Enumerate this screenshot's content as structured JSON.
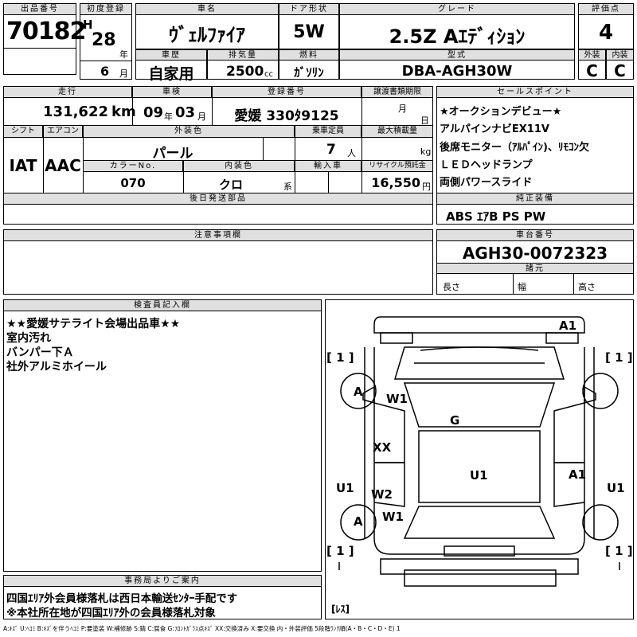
{
  "header": {
    "lot_label": "出品番号",
    "lot": "70182",
    "first_reg_label": "初度登録",
    "era": "H",
    "year": "28",
    "year_unit": "年",
    "month": "6",
    "month_unit": "月",
    "car_name_label": "車名",
    "car_name": "ｳﾞｪﾙﾌｧｲｱ",
    "door_label": "ドア形状",
    "door": "5W",
    "grade_label": "グレード",
    "grade": "2.5Z Aｴﾃﾞｨｼｮﾝ",
    "score_label": "評価点",
    "score": "4",
    "history_label": "車歴",
    "history": "自家用",
    "displacement_label": "排気量",
    "displacement": "2500",
    "cc": "cc",
    "fuel_label": "燃料",
    "fuel": "ｶﾞｿﾘﾝ",
    "model_label": "型式",
    "model": "DBA-AGH30W",
    "ext_label": "外装",
    "ext": "C",
    "int_label": "内装",
    "int": "C"
  },
  "row2": {
    "mileage_label": "走行",
    "mileage": "131,622",
    "km": "km",
    "inspection_label": "車検",
    "insp_year": "09",
    "insp_year_unit": "年",
    "insp_month": "03",
    "insp_month_unit": "月",
    "plate_label": "登録番号",
    "plate": "愛媛 330ﾀ9125",
    "transfer_label": "譲渡書類期限",
    "transfer_month": "月",
    "transfer_day": "日",
    "shift_label": "シフト",
    "shift": "IAT",
    "ac_label": "エアコン",
    "ac": "AAC",
    "color_label": "外装色",
    "color": "パール",
    "capacity_label": "乗車定員",
    "capacity": "7",
    "capacity_unit": "人",
    "load_label": "最大積載量",
    "load_unit": "kg",
    "color_no_label": "カラーNo.",
    "color_no": "070",
    "int_color_label": "内装色",
    "int_color": "クロ",
    "int_color_unit": "系",
    "import_label": "輸入車",
    "recycle_label": "リサイクル預託金",
    "recycle": "16,550",
    "recycle_unit": "円",
    "later_parts_label": "後日発送部品"
  },
  "sales": {
    "label": "セールスポイント",
    "lines": [
      "★オークションデビュー★",
      "アルパインナビEX11V",
      "後席モニター（ｱﾙﾊﾟｲﾝ)、ﾘﾓｺﾝ欠",
      "ＬＥＤヘッドランプ",
      "両側パワースライド"
    ]
  },
  "equipment": {
    "label": "純正装備",
    "value": "ABS ｴｱB PS PW"
  },
  "notes": {
    "label": "注意事項欄"
  },
  "chassis": {
    "label": "車台番号",
    "value": "AGH30-0072323"
  },
  "specs": {
    "label": "諸元",
    "length": "長さ",
    "width": "幅",
    "height": "高さ"
  },
  "inspector": {
    "label": "検査員記入欄",
    "lines": [
      "★★愛媛サテライト会場出品車★★",
      "室内汚れ",
      "バンパー下Ａ",
      "社外アルミホイール"
    ]
  },
  "office": {
    "label": "事務局よりご案内",
    "lines": [
      "四国ｴﾘｱ外会員様落札は西日本輸送ｾﾝﾀｰ手配です",
      "※本社所在地が四国ｴﾘｱ外の会員様落札対象"
    ]
  },
  "diagram": {
    "marks": {
      "a1_top": "A1",
      "bracket_tl": "[ 1 ]",
      "bracket_tr": "[ 1 ]",
      "a_front_left": "A",
      "w1_front_left": "W1",
      "g": "G",
      "xx": "XX",
      "u1_center": "U1",
      "a1_right": "A1",
      "u1_left": "U1",
      "u1_right": "U1",
      "w2": "W2",
      "w1_rear_left": "W1",
      "a_rear_left": "A",
      "bracket_bl": "[ 1 ]",
      "bracket_br": "[ 1 ]",
      "res": "[ﾚｽ]"
    }
  },
  "legend": "A:ｷｽﾞ U:ﾍｺﾐ B:ｷｽﾞを伴うﾍｺﾐ P:要塗装 W:補修跡 S:錆 C:腐食 G:ﾌﾛﾝﾄｶﾞﾗｽ点ｷｽﾞ XX:交換済み X:要交換 内・外装評価 5段階ﾗﾝｸ順(A・B・C・D・E) 1"
}
